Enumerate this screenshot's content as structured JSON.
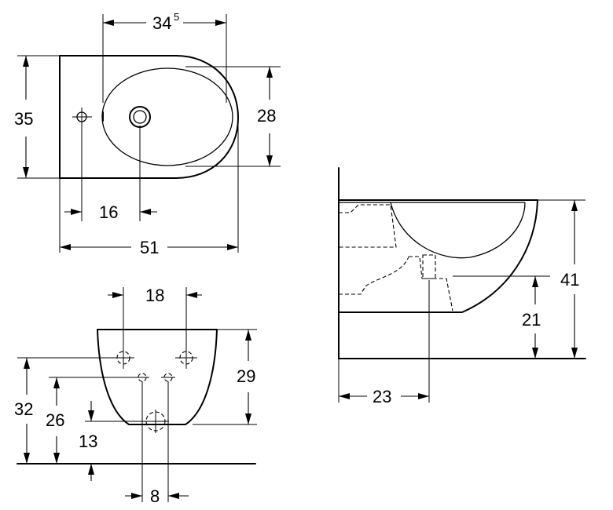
{
  "dimensions": {
    "top_width_main": "34",
    "top_width_sup": "5",
    "top_depth": "35",
    "bowl_depth": "28",
    "tap_offset": "16",
    "total_length": "51",
    "front_fix_spacing": "18",
    "front_height": "29",
    "front_upper_fix_height": "32",
    "front_lower_fix_height": "26",
    "front_drain_height": "13",
    "front_lower_spacing": "8",
    "side_height": "41",
    "side_drain_height": "21",
    "side_drain_offset": "23"
  }
}
